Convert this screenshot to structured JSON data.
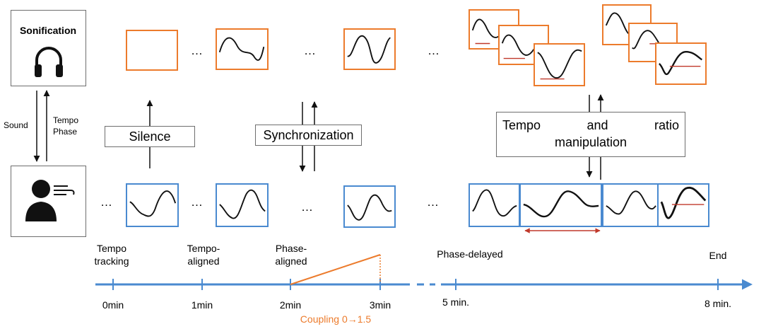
{
  "participant_panel": {
    "title": "Sonification",
    "sound_label": "Sound",
    "tempo_label": "Tempo",
    "phase_label": "Phase"
  },
  "ellipsis": "…",
  "stage_labels": {
    "silence": "Silence",
    "synchronization": "Synchronization",
    "tempo_ratio_line1": "Tempo and ratio",
    "tempo_ratio_line2": "manipulation"
  },
  "timeline": {
    "phases": [
      {
        "line1": "Tempo",
        "line2": "tracking"
      },
      {
        "line1": "Tempo-",
        "line2": "aligned"
      },
      {
        "line1": "Phase-",
        "line2": "aligned"
      },
      {
        "line1": "Phase-delayed",
        "line2": ""
      },
      {
        "line1": "End",
        "line2": ""
      }
    ],
    "ticks": [
      "0min",
      "1min",
      "2min",
      "3min",
      "5 min.",
      "8 min."
    ],
    "coupling": "Coupling 0→1.5"
  },
  "colors": {
    "orange": "#ec7b2c",
    "blue": "#4a8ad0",
    "red_arrow": "#c0392b",
    "gray_border": "#6e6e6e"
  },
  "icons": [
    "headphones-icon",
    "person-breathing-icon"
  ]
}
